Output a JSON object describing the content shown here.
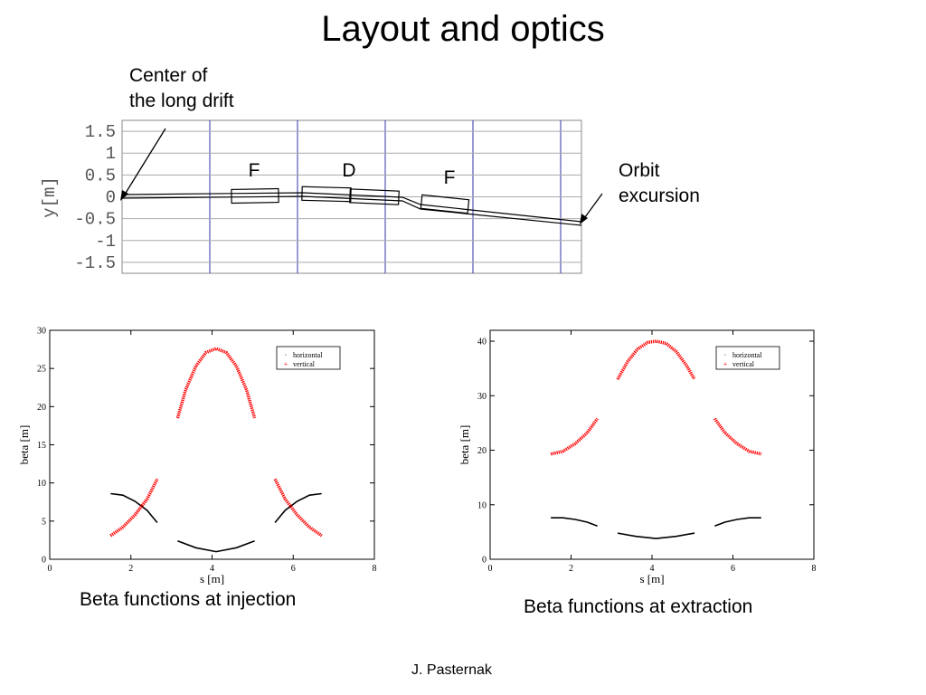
{
  "slide": {
    "title": "Layout and optics",
    "author": "J. Pasternak",
    "notes": {
      "center_drift": [
        "Center of",
        "the long drift"
      ],
      "orbit": [
        "Orbit",
        "excursion"
      ]
    },
    "captions": {
      "injection": "Beta functions at injection",
      "extraction": "Beta functions at extraction"
    }
  },
  "chart_data": [
    {
      "type": "line",
      "ylabel": "y[m]",
      "ylim": [
        -1.75,
        1.75
      ],
      "y_ticks": [
        1.5,
        1,
        0.5,
        0,
        -0.5,
        -1,
        -1.5
      ],
      "y_tick_labels": [
        "1.5",
        "1",
        "0.5",
        "0",
        "-0.5",
        "-1",
        "-1.5"
      ],
      "grid": true,
      "element_labels": [
        "F",
        "D",
        "F"
      ]
    },
    {
      "type": "scatter",
      "xlabel": "s [m]",
      "ylabel": "beta [m]",
      "xlim": [
        0,
        8
      ],
      "ylim": [
        0,
        30
      ],
      "x_ticks": [
        0,
        2,
        4,
        6,
        8
      ],
      "y_ticks": [
        0,
        5,
        10,
        15,
        20,
        25,
        30
      ],
      "legend_position": "top-right",
      "series": [
        {
          "name": "horizontal",
          "color": "#000000",
          "segments": [
            [
              [
                1.5,
                8.6
              ],
              [
                1.8,
                8.4
              ],
              [
                2.1,
                7.6
              ],
              [
                2.4,
                6.4
              ],
              [
                2.65,
                4.8
              ]
            ],
            [
              [
                3.15,
                2.4
              ],
              [
                3.6,
                1.5
              ],
              [
                4.1,
                1.0
              ],
              [
                4.6,
                1.5
              ],
              [
                5.05,
                2.4
              ]
            ],
            [
              [
                5.55,
                4.8
              ],
              [
                5.8,
                6.4
              ],
              [
                6.1,
                7.6
              ],
              [
                6.4,
                8.4
              ],
              [
                6.7,
                8.6
              ]
            ]
          ]
        },
        {
          "name": "vertical",
          "color": "#ff0000",
          "segments": [
            [
              [
                1.5,
                3.1
              ],
              [
                1.8,
                4.2
              ],
              [
                2.1,
                5.8
              ],
              [
                2.4,
                7.9
              ],
              [
                2.65,
                10.5
              ]
            ],
            [
              [
                3.15,
                18.5
              ],
              [
                3.35,
                22.2
              ],
              [
                3.6,
                25.3
              ],
              [
                3.85,
                27.1
              ],
              [
                4.1,
                27.6
              ],
              [
                4.35,
                27.1
              ],
              [
                4.6,
                25.3
              ],
              [
                4.85,
                22.2
              ],
              [
                5.05,
                18.5
              ]
            ],
            [
              [
                5.55,
                10.5
              ],
              [
                5.8,
                7.9
              ],
              [
                6.1,
                5.8
              ],
              [
                6.4,
                4.2
              ],
              [
                6.7,
                3.1
              ]
            ]
          ]
        }
      ]
    },
    {
      "type": "scatter",
      "xlabel": "s [m]",
      "ylabel": "beta [m]",
      "xlim": [
        0,
        8
      ],
      "ylim": [
        0,
        42
      ],
      "x_ticks": [
        0,
        2,
        4,
        6,
        8
      ],
      "y_ticks": [
        0,
        10,
        20,
        30,
        40
      ],
      "legend_position": "top-right",
      "series": [
        {
          "name": "horizontal",
          "color": "#000000",
          "segments": [
            [
              [
                1.5,
                7.6
              ],
              [
                1.8,
                7.6
              ],
              [
                2.1,
                7.3
              ],
              [
                2.4,
                6.8
              ],
              [
                2.65,
                6.1
              ]
            ],
            [
              [
                3.15,
                4.8
              ],
              [
                3.6,
                4.2
              ],
              [
                4.1,
                3.8
              ],
              [
                4.6,
                4.2
              ],
              [
                5.05,
                4.8
              ]
            ],
            [
              [
                5.55,
                6.1
              ],
              [
                5.8,
                6.8
              ],
              [
                6.1,
                7.3
              ],
              [
                6.4,
                7.6
              ],
              [
                6.7,
                7.6
              ]
            ]
          ]
        },
        {
          "name": "vertical",
          "color": "#ff0000",
          "segments": [
            [
              [
                1.5,
                19.3
              ],
              [
                1.8,
                19.8
              ],
              [
                2.1,
                21.2
              ],
              [
                2.4,
                23.2
              ],
              [
                2.65,
                25.8
              ]
            ],
            [
              [
                3.15,
                33.0
              ],
              [
                3.4,
                36.3
              ],
              [
                3.65,
                38.6
              ],
              [
                3.9,
                39.8
              ],
              [
                4.1,
                40.0
              ],
              [
                4.35,
                39.6
              ],
              [
                4.6,
                38.1
              ],
              [
                4.85,
                35.6
              ],
              [
                5.05,
                33.0
              ]
            ],
            [
              [
                5.55,
                25.8
              ],
              [
                5.8,
                23.2
              ],
              [
                6.1,
                21.2
              ],
              [
                6.4,
                19.8
              ],
              [
                6.7,
                19.3
              ]
            ]
          ]
        }
      ]
    }
  ]
}
